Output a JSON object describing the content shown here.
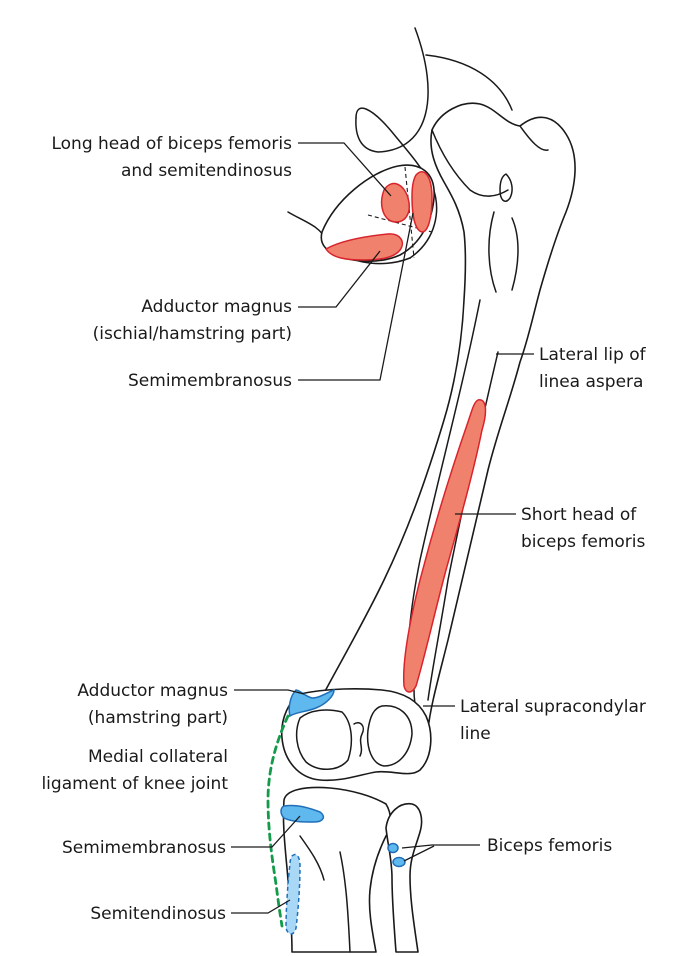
{
  "labels": {
    "long_head_line1": "Long head of biceps femoris",
    "long_head_line2": "and semitendinosus",
    "adductor_ischial_line1": "Adductor magnus",
    "adductor_ischial_line2": "(ischial/hamstring part)",
    "semimembranosus_upper": "Semimembranosus",
    "lateral_lip_line1": "Lateral lip of",
    "lateral_lip_line2": "linea aspera",
    "short_head_line1": "Short head of",
    "short_head_line2": "biceps femoris",
    "adductor_hamstring_line1": "Adductor magnus",
    "adductor_hamstring_line2": "(hamstring part)",
    "lateral_supracondylar_line1": "Lateral supracondylar",
    "lateral_supracondylar_line2": "line",
    "medial_collateral_line1": "Medial collateral",
    "medial_collateral_line2": "ligament of knee joint",
    "semimembranosus_lower": "Semimembranosus",
    "biceps_femoris": "Biceps femoris",
    "semitendinosus": "Semitendinosus"
  },
  "colors": {
    "origin_area": "#f0826d",
    "origin_outline": "#d9242c",
    "insertion_area": "#5fb8ee",
    "insertion_outline": "#1f6fb8",
    "ligament": "#139a4a",
    "bone_outline": "#1a1a1a"
  }
}
